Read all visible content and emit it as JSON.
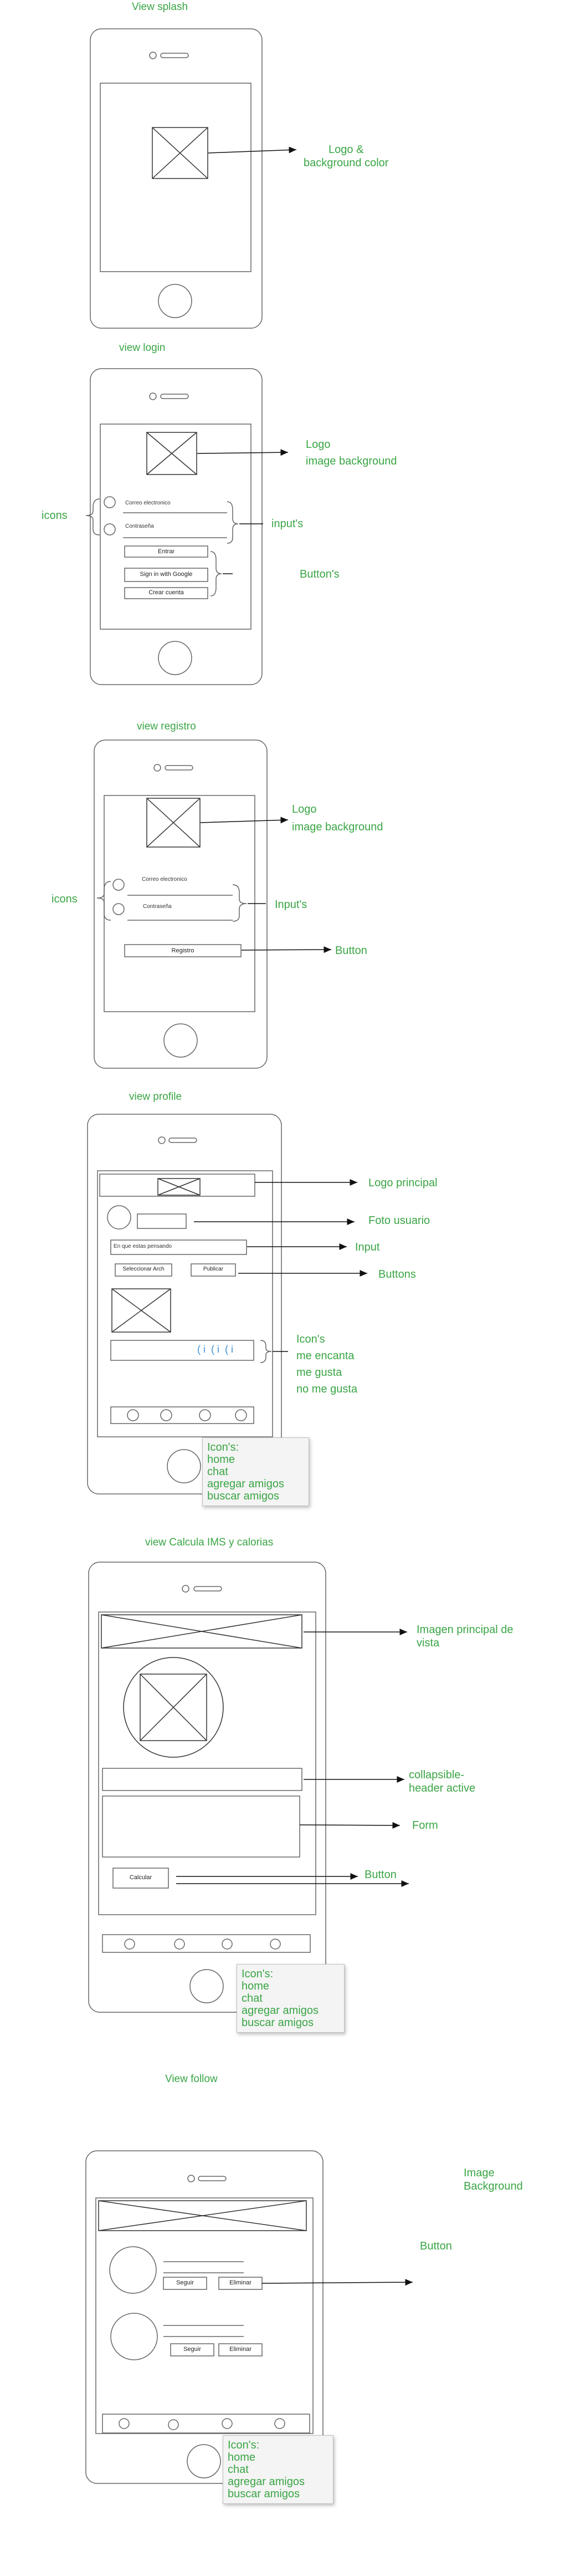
{
  "colors": {
    "label": "#3aa545",
    "wire": "#555555"
  },
  "views": {
    "splash": {
      "title": "View splash",
      "annotation": [
        "Logo &",
        "background color"
      ]
    },
    "login": {
      "title": "view login",
      "annotations": {
        "logo": [
          "Logo",
          "image background"
        ],
        "inputs": "input's",
        "buttons": "Button's",
        "icons": "icons"
      },
      "fields": [
        "Correo electronico",
        "Contraseña"
      ],
      "buttons": [
        "Entrar",
        "Sign in with Google",
        "Crear cuenta"
      ]
    },
    "registro": {
      "title": "view  registro",
      "annotations": {
        "logo": [
          "Logo",
          "image background"
        ],
        "inputs": "Input's",
        "button": "Button",
        "icons": "icons"
      },
      "fields": [
        "Correo electronico",
        "Contraseña"
      ],
      "button": "Registro"
    },
    "profile": {
      "title": "view profile",
      "annotations": {
        "logo": "Logo principal",
        "photo": "Foto usuario",
        "input": "Input",
        "buttons": "Buttons",
        "icons": [
          "Icon's",
          "me encanta",
          "me gusta",
          "no me gusta"
        ]
      },
      "post_placeholder": "En que estas pensando",
      "buttons": [
        "Seleccionar Arch",
        "Publicar"
      ],
      "reactions": "( i  ( i  ( i",
      "nav_note": [
        "Icon's:",
        "home",
        "chat",
        "agregar amigos",
        "buscar amigos"
      ]
    },
    "calcula": {
      "title": "view Calcula IMS y calorias",
      "annotations": {
        "image": [
          "Imagen principal de",
          "vista"
        ],
        "collapsible": [
          "collapsible-",
          "header active"
        ],
        "form": "Form",
        "button": "Button"
      },
      "button": "Calcular",
      "nav_note": [
        "Icon's:",
        "home",
        "chat",
        "agregar amigos",
        "buscar amigos"
      ]
    },
    "follow": {
      "title": "View follow",
      "annotations": {
        "image": [
          "Image",
          "Background"
        ],
        "button": "Button"
      },
      "buttons": [
        "Seguir",
        "Eliminar",
        "Seguir",
        "Eliminar"
      ],
      "nav_note": [
        "Icon's:",
        "home",
        "chat",
        "agregar amigos",
        "buscar amigos"
      ]
    }
  }
}
